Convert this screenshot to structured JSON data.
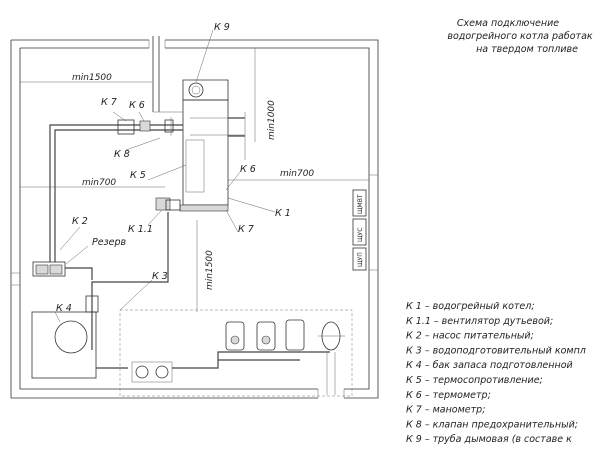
{
  "title": {
    "lines": [
      "Схема подключение",
      "водогрейного котла работак",
      "на твердом топливе"
    ]
  },
  "diagram": {
    "component_labels": {
      "k9": "К 9",
      "k7_top": "К 7",
      "k6_top": "К 6",
      "k8": "К 8",
      "k5": "К 5",
      "k6_mid": "К 6",
      "k1": "К 1",
      "k11": "К 1.1",
      "k7_mid": "К 7",
      "k2": "К 2",
      "reserve": "Резерв",
      "k3": "К 3",
      "k4": "К 4"
    },
    "dimensions": {
      "min1500_top": "min1500",
      "min1000": "min1000",
      "min700_left": "min700",
      "min700_right": "min700",
      "min1500_vertical": "min1500"
    },
    "wall_panel_labels": [
      "ЩМВТ",
      "ЩУС",
      "ЩУП"
    ]
  },
  "legend": [
    {
      "code": "К 1",
      "text": "водогрейный котел;"
    },
    {
      "code": "К 1.1",
      "text": "вентилятор дутьевой;"
    },
    {
      "code": "К 2",
      "text": "насос питательный;"
    },
    {
      "code": "К 3",
      "text": "водоподготовительный компл"
    },
    {
      "code": "К 4",
      "text": "бак запаса подготовленной"
    },
    {
      "code": "К 5",
      "text": "термосопротивление;"
    },
    {
      "code": "К 6",
      "text": "термометр;"
    },
    {
      "code": "К 7",
      "text": "манометр;"
    },
    {
      "code": "К 8",
      "text": "клапан предохранительный;"
    },
    {
      "code": "К 9",
      "text": "труба дымовая (в составе к"
    }
  ]
}
